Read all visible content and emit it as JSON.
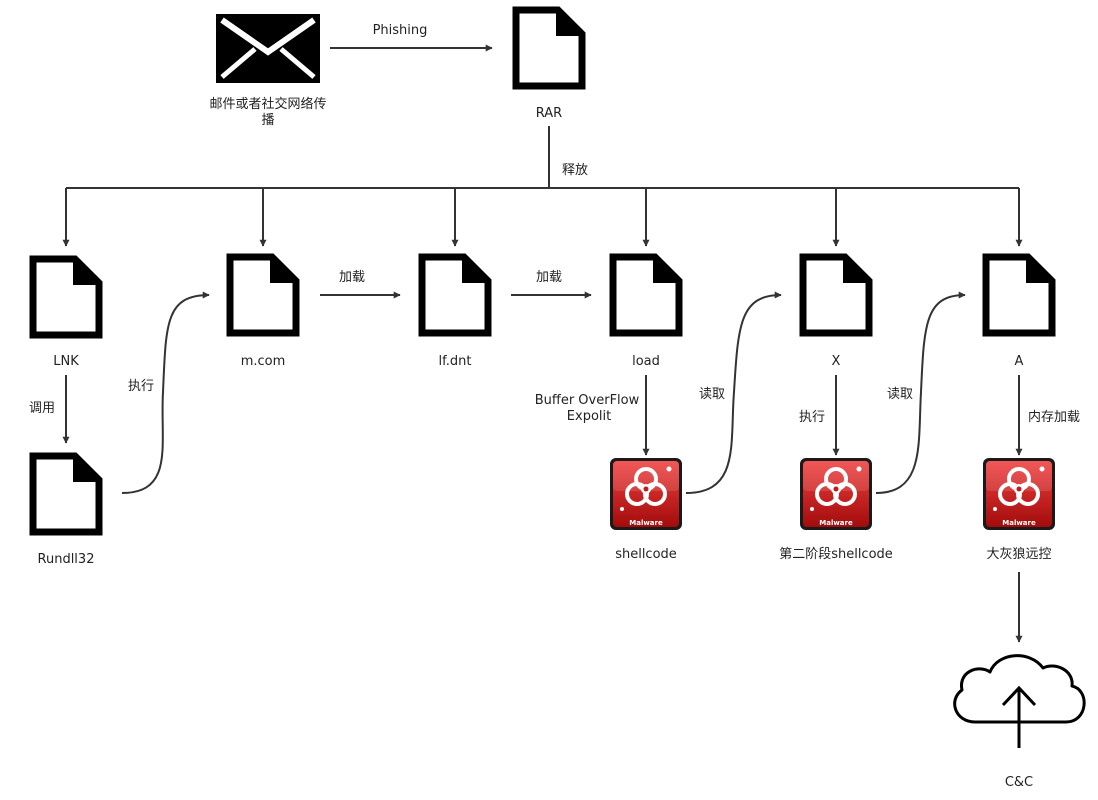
{
  "colors": {
    "edge": "#333333",
    "malware_red": "#d42020",
    "icon": "#000000"
  },
  "nodes": {
    "email": {
      "icon": "envelope-icon",
      "label_line1": "邮件或者社交网络传",
      "label_line2": "播"
    },
    "rar": {
      "icon": "file-icon",
      "label": "RAR"
    },
    "lnk": {
      "icon": "file-icon",
      "label": "LNK"
    },
    "rundll32": {
      "icon": "file-icon",
      "label": "Rundll32"
    },
    "mcom": {
      "icon": "file-icon",
      "label": "m.com"
    },
    "lfdnt": {
      "icon": "file-icon",
      "label": "lf.dnt"
    },
    "load": {
      "icon": "file-icon",
      "label": "load"
    },
    "x": {
      "icon": "file-icon",
      "label": "X"
    },
    "a": {
      "icon": "file-icon",
      "label": "A"
    },
    "shellcode1": {
      "icon": "biohazard-malware-icon",
      "label": "shellcode",
      "badge": "Malware"
    },
    "shellcode2": {
      "icon": "biohazard-malware-icon",
      "label": "第二阶段shellcode",
      "badge": "Malware"
    },
    "rat": {
      "icon": "biohazard-malware-icon",
      "label": "大灰狼远控",
      "badge": "Malware"
    },
    "cc": {
      "icon": "cloud-upload-icon",
      "label": "C&C"
    }
  },
  "edges": {
    "phishing": "Phishing",
    "release": "释放",
    "call": "调用",
    "exec1": "执行",
    "load1": "加载",
    "load2": "加载",
    "overflow_line1": "Buffer OverFlow",
    "overflow_line2": "Expolit",
    "read1": "读取",
    "exec2": "执行",
    "read2": "读取",
    "memload": "内存加载"
  }
}
